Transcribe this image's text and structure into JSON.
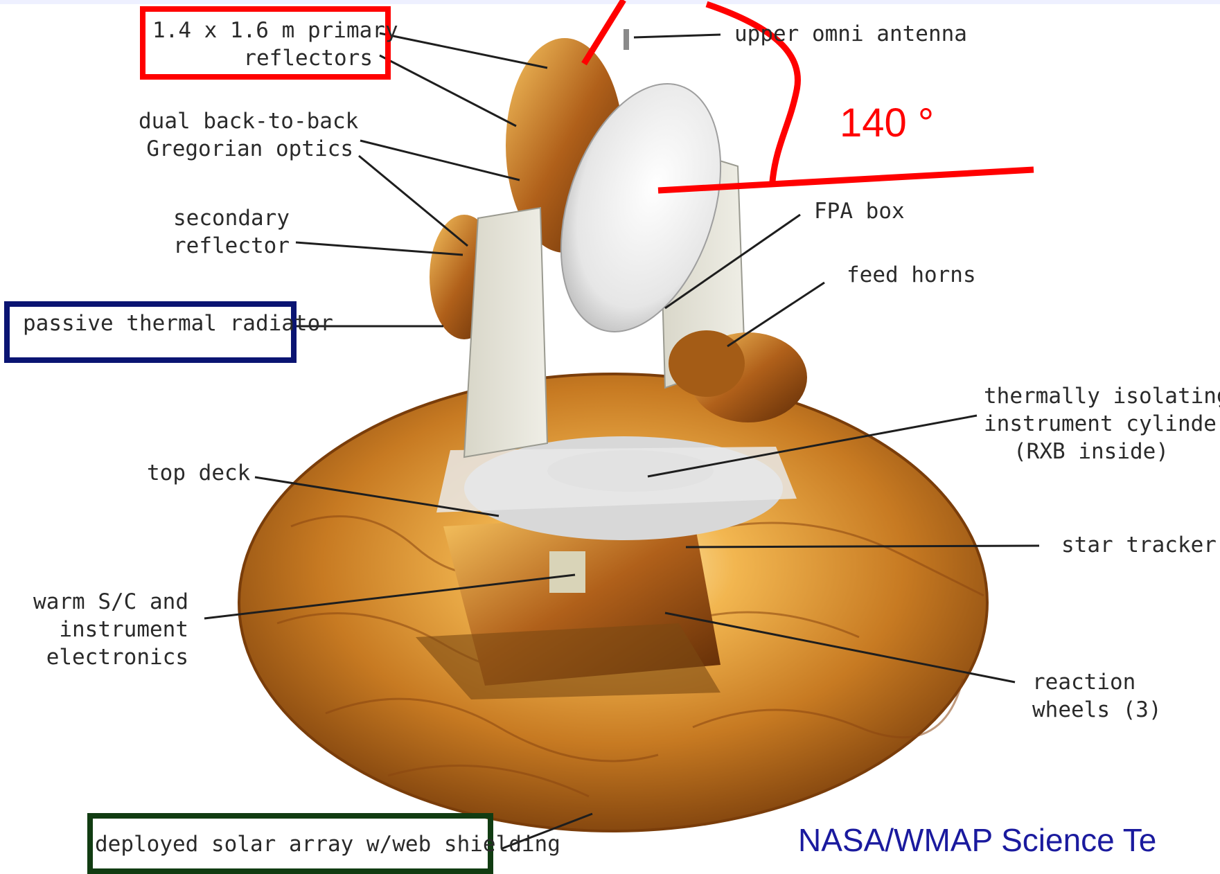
{
  "labels": {
    "primary_reflectors": "1.4 x 1.6 m primary\nreflectors",
    "gregorian_optics": "dual back-to-back\nGregorian optics",
    "secondary_reflector": "secondary\nreflector",
    "passive_thermal_radiator": "passive thermal radiator",
    "upper_omni_antenna": "upper omni antenna",
    "fpa_box": "FPA box",
    "feed_horns": "feed horns",
    "instrument_cylinder": "thermally isolating\ninstrument cylinder\n(RXB inside)",
    "top_deck": "top deck",
    "star_tracker": "star tracker",
    "warm_electronics": "warm S/C and\ninstrument\nelectronics",
    "reaction_wheels": "reaction\nwheels (3)",
    "solar_array": "deployed solar array w/web shielding"
  },
  "annotation": {
    "angle": "140 °"
  },
  "credit": "NASA/WMAP Science Te",
  "colors": {
    "highlight_red": "#ff0000",
    "highlight_blue": "#0a1472",
    "highlight_green": "#113c12",
    "credit_blue": "#1a1a9e"
  }
}
